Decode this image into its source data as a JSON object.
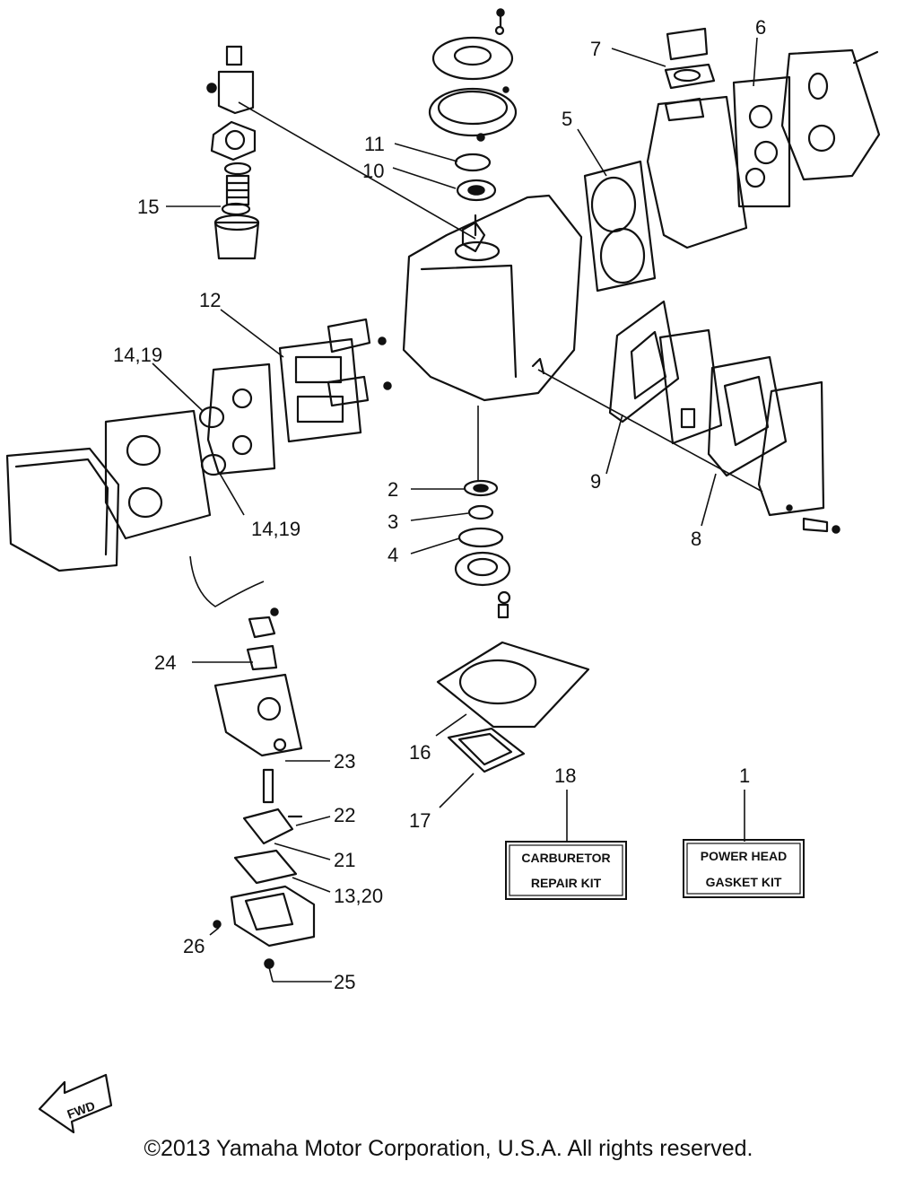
{
  "callouts": {
    "c1": "1",
    "c2": "2",
    "c3": "3",
    "c4": "4",
    "c5": "5",
    "c6": "6",
    "c7": "7",
    "c8": "8",
    "c9": "9",
    "c10": "10",
    "c11": "11",
    "c12": "12",
    "c13_20": "13,20",
    "c14_19_upper": "14,19",
    "c14_19_lower": "14,19",
    "c15": "15",
    "c16": "16",
    "c17": "17",
    "c18": "18",
    "c21": "21",
    "c22": "22",
    "c23": "23",
    "c24": "24",
    "c25": "25",
    "c26": "26"
  },
  "kits": {
    "carburetor_line1": "CARBURETOR",
    "carburetor_line2": "REPAIR KIT",
    "powerhead_line1": "POWER HEAD",
    "powerhead_line2": "GASKET KIT"
  },
  "fwd_label": "FWD",
  "copyright": "©2013 Yamaha Motor Corporation, U.S.A. All rights reserved."
}
